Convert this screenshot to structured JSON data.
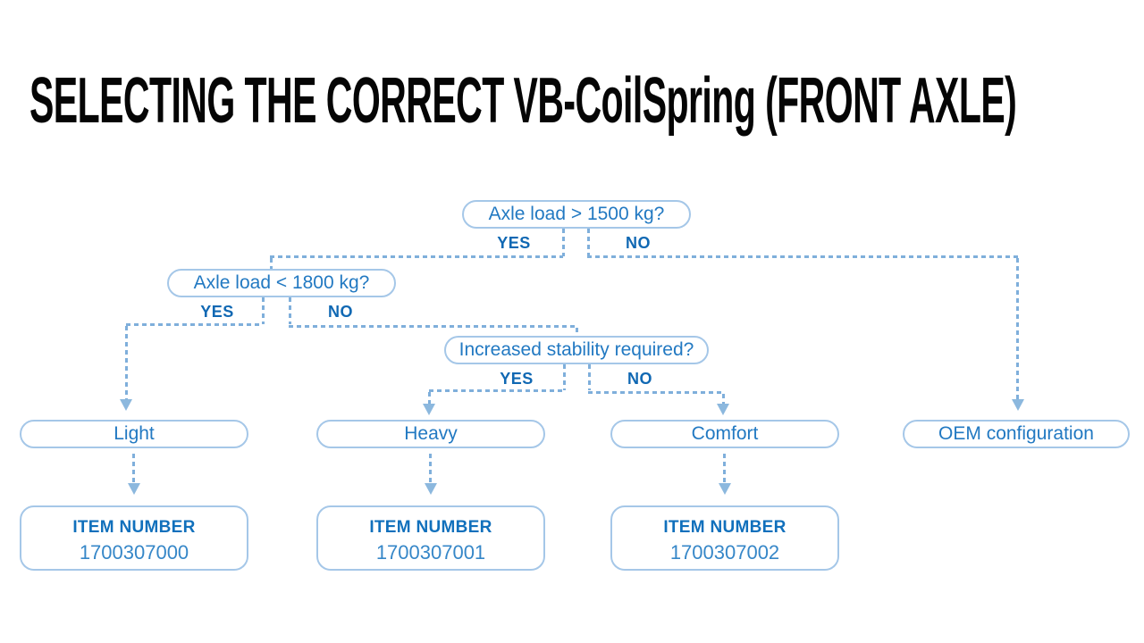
{
  "title": "SELECTING THE CORRECT VB-CoilSpring (FRONT AXLE)",
  "colors": {
    "title_text": "#050505",
    "node_border": "#a5c7e8",
    "node_text": "#2279c2",
    "branch_label_text": "#1068b3",
    "connector_dash": "#7fafdb",
    "arrowhead": "#8cb8de",
    "item_label_text": "#1170bc",
    "item_number_text": "#3687c8",
    "background": "#ffffff"
  },
  "flowchart": {
    "decisions": [
      {
        "label": "Axle load > 1500 kg?",
        "yes_label": "YES",
        "no_label": "NO"
      },
      {
        "label": "Axle load < 1800 kg?",
        "yes_label": "YES",
        "no_label": "NO"
      },
      {
        "label": "Increased stability required?",
        "yes_label": "YES",
        "no_label": "NO"
      }
    ],
    "results": [
      {
        "label": "Light"
      },
      {
        "label": "Heavy"
      },
      {
        "label": "Comfort"
      },
      {
        "label": "OEM configuration"
      }
    ],
    "item_boxes": [
      {
        "label": "ITEM NUMBER",
        "number": "1700307000"
      },
      {
        "label": "ITEM NUMBER",
        "number": "1700307001"
      },
      {
        "label": "ITEM NUMBER",
        "number": "1700307002"
      }
    ]
  }
}
